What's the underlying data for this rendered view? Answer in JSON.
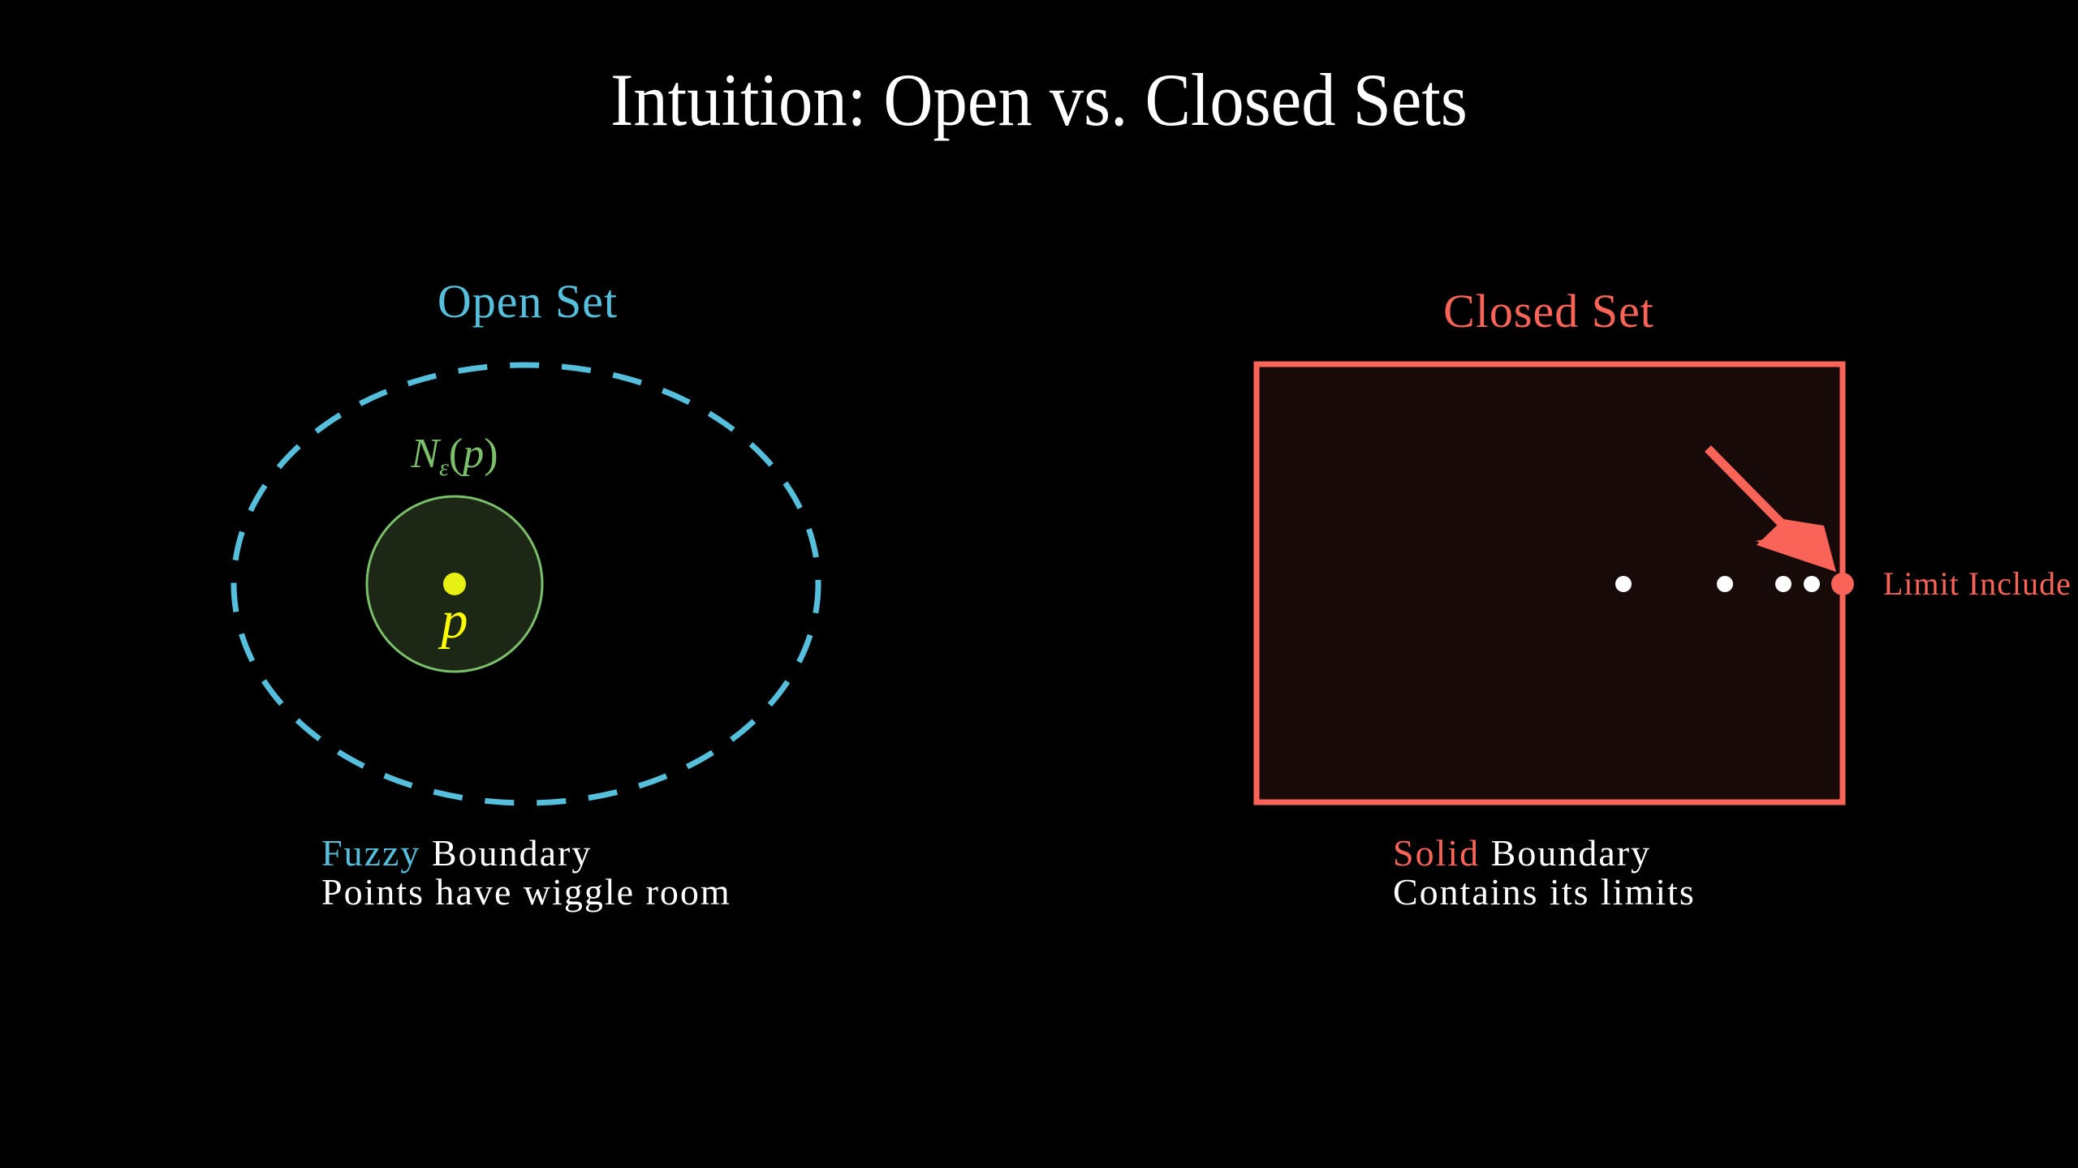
{
  "slide": {
    "title": "Intuition: Open vs. Closed Sets",
    "background_color": "#000000"
  },
  "open_set": {
    "label": "Open Set",
    "color": "#56bfdc",
    "neighborhood": {
      "label_main": "N",
      "label_sub": "ε",
      "label_open_paren": "(",
      "label_var": "p",
      "label_close_paren": ")",
      "color": "#7bbf6a",
      "fill": "#1c2716"
    },
    "point": {
      "label": "p",
      "color": "#e6f012",
      "label_color": "#ffff00"
    },
    "caption": {
      "highlight": "Fuzzy",
      "rest_line1": " Boundary",
      "line2": "Points have wiggle room"
    }
  },
  "closed_set": {
    "label": "Closed Set",
    "color": "#fa6458",
    "fill": "#190a0a",
    "sequence_point_color": "#ffffff",
    "limit_label": "Limit Include",
    "caption": {
      "highlight": "Solid",
      "rest_line1": " Boundary",
      "line2": "Contains its limits"
    }
  }
}
